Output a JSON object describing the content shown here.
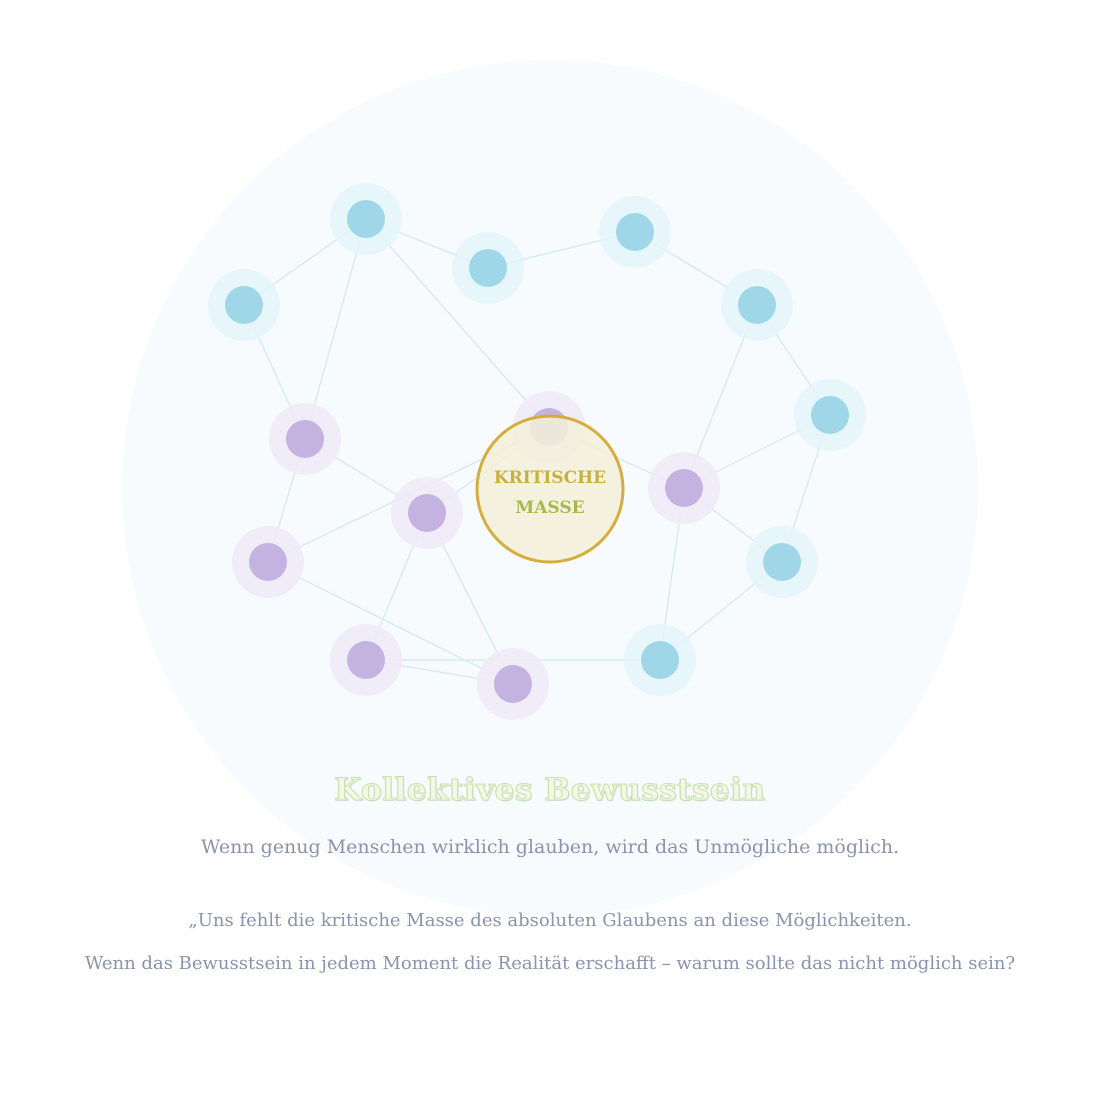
{
  "diagram": {
    "center_label_line1": "KRITISCHE",
    "center_label_line2": "MASSE",
    "nodes": [
      {
        "id": "n1",
        "kind": "aware"
      },
      {
        "id": "n2",
        "kind": "aware"
      },
      {
        "id": "n3",
        "kind": "aware"
      },
      {
        "id": "n4",
        "kind": "aware"
      },
      {
        "id": "n5",
        "kind": "aware"
      },
      {
        "id": "n6",
        "kind": "aware"
      },
      {
        "id": "n7",
        "kind": "believer"
      },
      {
        "id": "n8",
        "kind": "believer"
      },
      {
        "id": "n9",
        "kind": "believer"
      },
      {
        "id": "n10",
        "kind": "believer"
      },
      {
        "id": "n11",
        "kind": "believer"
      },
      {
        "id": "n12",
        "kind": "believer"
      },
      {
        "id": "n13",
        "kind": "believer"
      },
      {
        "id": "n14",
        "kind": "aware"
      },
      {
        "id": "n15",
        "kind": "aware"
      }
    ],
    "edges": [
      [
        "n1",
        "n2"
      ],
      [
        "n2",
        "n3"
      ],
      [
        "n3",
        "n4"
      ],
      [
        "n4",
        "n5"
      ],
      [
        "n5",
        "n6"
      ],
      [
        "n1",
        "n7"
      ],
      [
        "n2",
        "n7"
      ],
      [
        "n7",
        "n8"
      ],
      [
        "n7",
        "n12"
      ],
      [
        "n8",
        "n9"
      ],
      [
        "n8",
        "n10"
      ],
      [
        "n8",
        "n13"
      ],
      [
        "n9",
        "n12"
      ],
      [
        "n12",
        "n13"
      ],
      [
        "n13",
        "n10"
      ],
      [
        "n10",
        "n14"
      ],
      [
        "n14",
        "n15"
      ],
      [
        "n15",
        "n6"
      ],
      [
        "n6",
        "n11"
      ],
      [
        "n11",
        "n5"
      ],
      [
        "n11",
        "n14"
      ],
      [
        "n11",
        "n15"
      ],
      [
        "n9",
        "n11"
      ],
      [
        "n2",
        "n9"
      ]
    ]
  },
  "colors": {
    "aware_node": "#9fd6e8",
    "aware_halo": "#e3f4fa",
    "believer_node": "#c4b3e0",
    "believer_halo": "#efeaf7",
    "edge": "#cfe8f0",
    "center_fill": "#f3efd9",
    "center_stroke": "#d4ad3c",
    "center_text_top": "#c8b040",
    "center_text_bottom": "#a8b84a",
    "backdrop": "#f8fbfd"
  },
  "text": {
    "title": "Kollektives Bewusstsein",
    "subtitle": "Wenn genug Menschen wirklich glauben, wird das Unmögliche möglich.",
    "quote_line1": "„Uns fehlt die kritische Masse des absoluten Glaubens an diese Möglichkeiten.",
    "quote_line2": "Wenn das Bewusstsein in jedem Moment die Realität erschafft – warum sollte das nicht möglich sein?"
  }
}
